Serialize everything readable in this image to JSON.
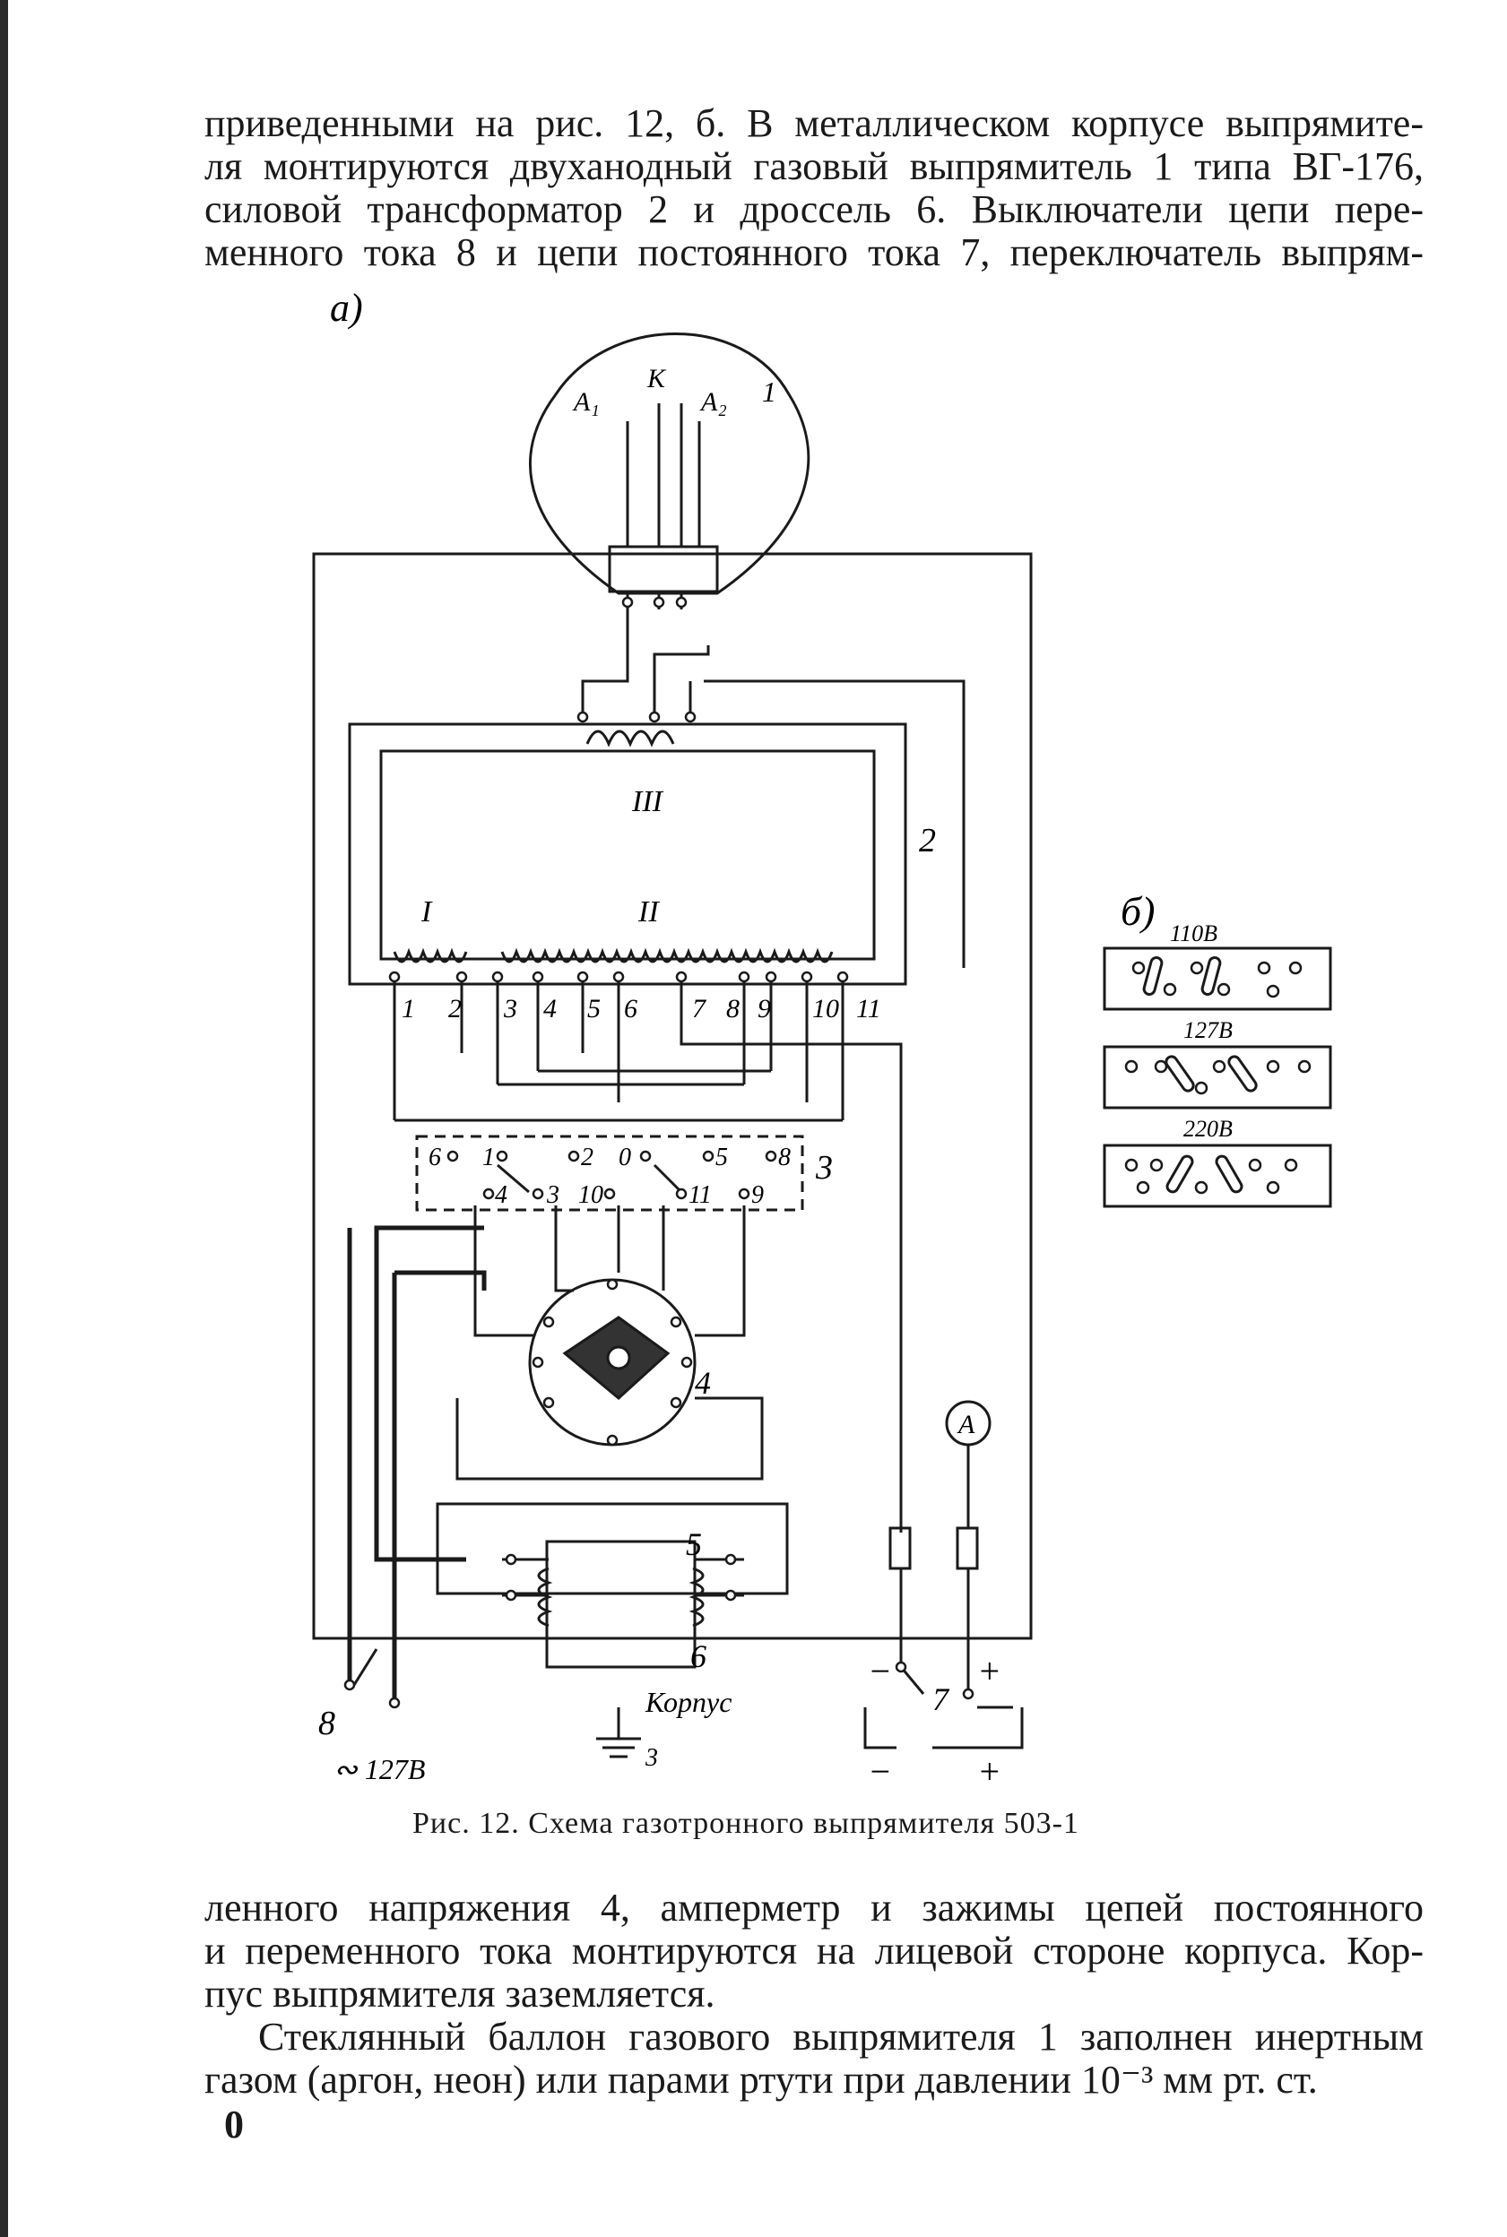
{
  "top_paragraph": {
    "lines": [
      "приведенными на рис. 12, б. В металлическом корпусе выпрямите-",
      "ля монтируются двуханодный газовый выпрямитель 1 типа ВГ-176,",
      "силовой трансформатор 2 и дроссель 6. Выключатели цепи пере-",
      "менного тока 8 и цепи постоянного тока 7, переключатель выпрям-"
    ]
  },
  "figure": {
    "panel_a": "а)",
    "panel_b": "б)",
    "lamp": {
      "anode1": "A₁",
      "cathode": "K",
      "anode2": "A₂",
      "number": "1"
    },
    "transformer": {
      "number": "2",
      "winding_1": "I",
      "winding_2": "II",
      "winding_3": "III"
    },
    "terminal_numbers": [
      "1",
      "2",
      "3",
      "4",
      "5",
      "6",
      "7",
      "8",
      "9",
      "10",
      "11"
    ],
    "switch_block": {
      "number": "3",
      "top_labels": [
        "6",
        "1",
        "2",
        "0",
        "5",
        "8"
      ],
      "bottom_labels": [
        "4",
        "3",
        "10",
        "11",
        "9"
      ]
    },
    "selector_number": "4",
    "choke_number": "5",
    "choke_bottom_number": "6",
    "ammeter": "A",
    "dc_switch": {
      "number": "7",
      "minus": "−",
      "plus": "+",
      "minus2": "−",
      "plus2": "+"
    },
    "ac_switch": {
      "number": "8",
      "supply": "∾ 127В"
    },
    "ground": {
      "label": "Корпус",
      "number": "3"
    },
    "voltage_panels": [
      {
        "label": "110В"
      },
      {
        "label": "127В"
      },
      {
        "label": "220В"
      }
    ]
  },
  "caption": "Рис. 12. Схема газотронного выпрямителя 503-1",
  "bottom_paragraph": {
    "lines": [
      "ленного напряжения 4, амперметр и зажимы цепей постоянного",
      "и переменного тока монтируются на лицевой стороне корпуса. Кор-",
      "пус выпрямителя заземляется.",
      "Стеклянный баллон газового выпрямителя 1 заполнен инертным",
      "газом (аргон, неон) или парами ртути при давлении 10⁻³ мм рт. ст."
    ]
  },
  "page_number": "0"
}
